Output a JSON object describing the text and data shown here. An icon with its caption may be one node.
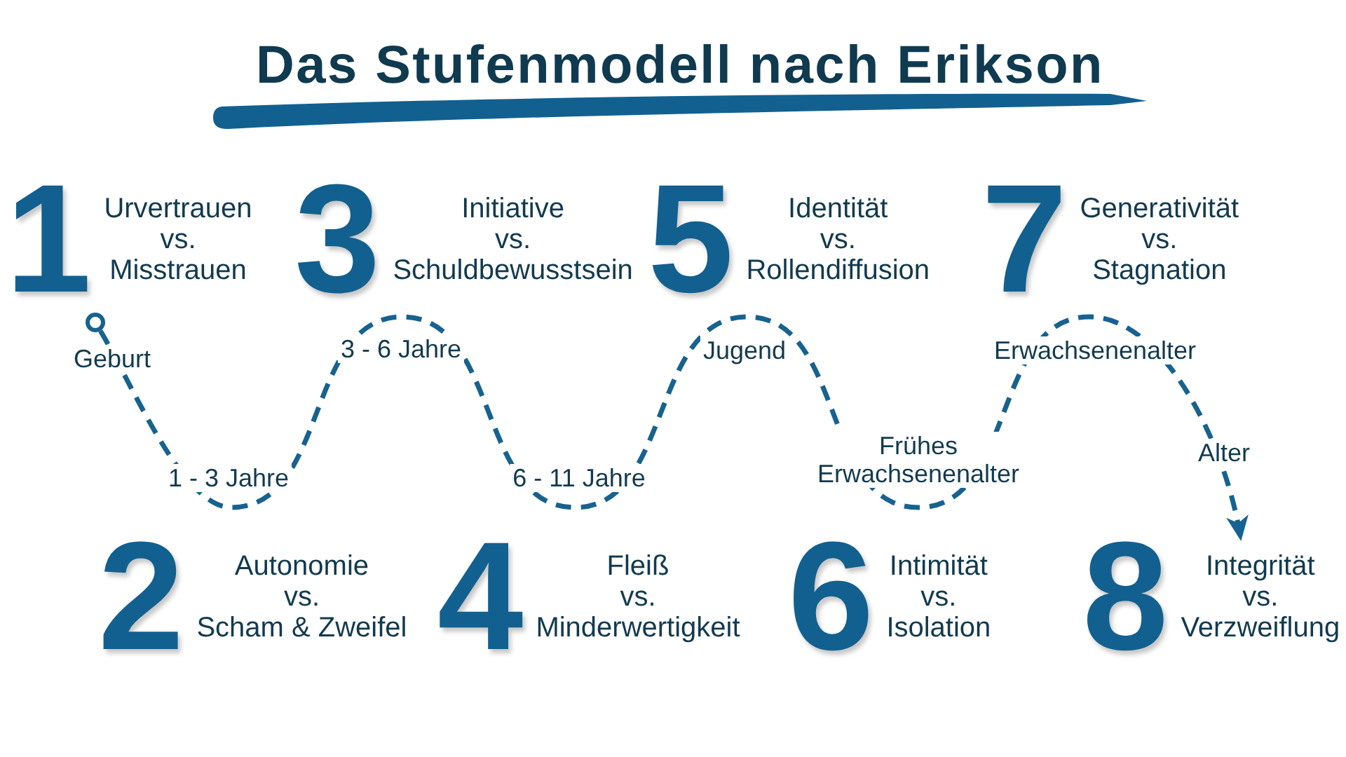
{
  "diagram": {
    "title": "Das Stufenmodell nach Erikson",
    "nodes": [
      {
        "text": [
          "1",
          "Urvertrauen vs. Misstrauen"
        ]
      },
      {
        "text": [
          "2",
          "Autonomie vs. Scham & Zweifel"
        ]
      },
      {
        "text": [
          "3",
          "Initiative vs. Schuldbewusstsein"
        ]
      },
      {
        "text": [
          "4",
          "Fleiß vs. Minderwertigkeit"
        ]
      },
      {
        "text": [
          "5",
          "Identität vs. Rollendiffusion"
        ]
      },
      {
        "text": [
          "6",
          "Intimität vs. Isolation"
        ]
      },
      {
        "text": [
          "7",
          "Generativität vs. Stagnation"
        ]
      },
      {
        "text": [
          "8",
          "Integrität vs. Verzweiflung"
        ]
      },
      {
        "text": [],
        "shape": "circle"
      }
    ],
    "edges": [
      {
        "from": 8,
        "to": 7,
        "arrow": "to",
        "style": "dashed"
      }
    ],
    "labels": [
      "Geburt",
      "1 - 3 Jahre",
      "3 - 6 Jahre",
      "6 - 11 Jahre",
      "Jugend",
      "Frühes Erwachsenenalter",
      "Erwachsenenalter",
      "Alter"
    ]
  }
}
